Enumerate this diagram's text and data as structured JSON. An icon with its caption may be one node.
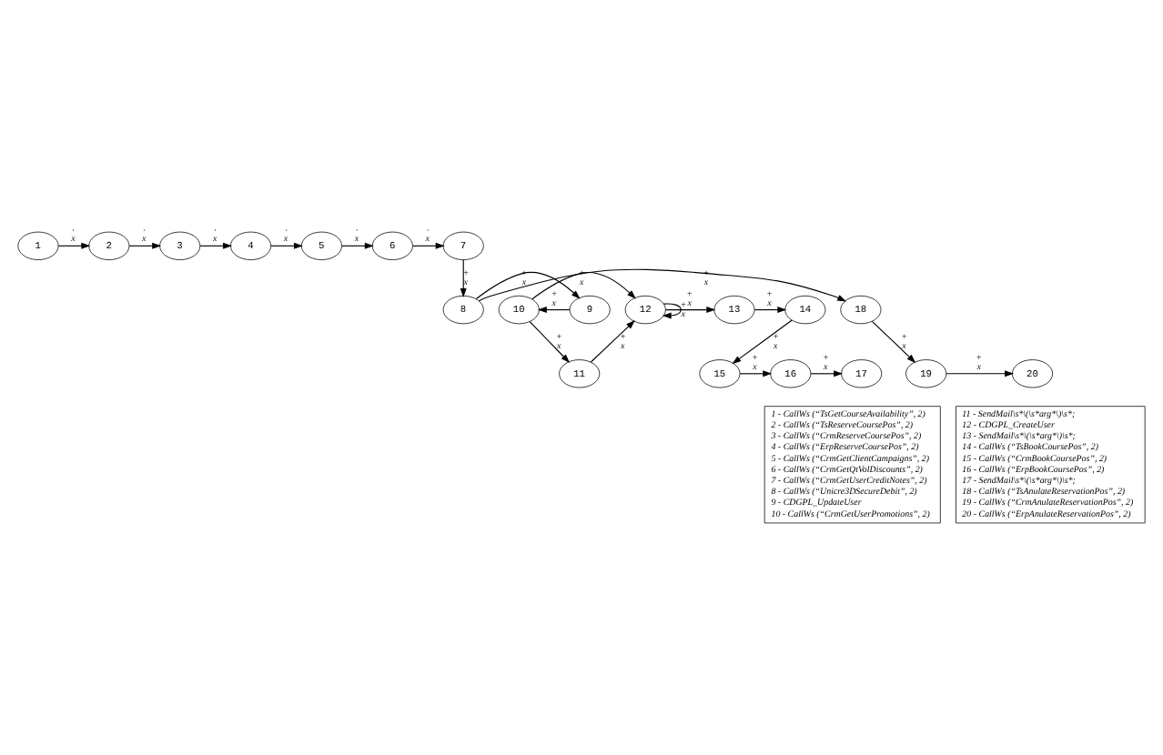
{
  "diagram": {
    "nodes": [
      {
        "text": [
          "1"
        ]
      },
      {
        "text": [
          "2"
        ]
      },
      {
        "text": [
          "3"
        ]
      },
      {
        "text": [
          "4"
        ]
      },
      {
        "text": [
          "5"
        ]
      },
      {
        "text": [
          "6"
        ]
      },
      {
        "text": [
          "7"
        ]
      },
      {
        "text": [
          "14"
        ]
      },
      {
        "text": [
          "13"
        ]
      },
      {
        "text": [
          "12"
        ]
      },
      {
        "text": [
          "10"
        ]
      },
      {
        "text": [
          "9"
        ]
      },
      {
        "text": [
          "8"
        ]
      },
      {
        "text": [
          "18"
        ]
      },
      {
        "text": [
          "15"
        ]
      },
      {
        "text": [
          "16"
        ]
      },
      {
        "text": [
          "17"
        ]
      },
      {
        "text": [
          "11"
        ]
      },
      {
        "text": [
          "20"
        ]
      },
      {
        "text": [
          "19"
        ]
      },
      {
        "text": [
          "1 - CallWs (“TsGetCourseAvailability”, 2)",
          "2 - CallWs (“TsReserveCoursePos”, 2)",
          "3 - CallWs (“CrmReserveCoursePos”, 2)",
          "4 - CallWs (“ErpReserveCoursePos”, 2)",
          "5 - CallWs (“CrmGetClientCampaigns”, 2)",
          "6 - CallWs (“CrmGetQtVolDiscounts”, 2)",
          "7 - CallWs (“CrmGetUserCreditNotes”, 2)",
          "8 - CallWs (“Unicre3DSecureDebit”, 2)",
          "9 - CDGPL_UpdateUser",
          "10 - CallWs (“CrmGetUserPromotions”, 2)"
        ]
      },
      {
        "text": [
          "11 - SendMail\\s*\\(\\s*arg*\\)\\s*;",
          "12 - CDGPL_CreateUser",
          "13 - SendMail\\s*\\(\\s*arg*\\)\\s*;",
          "14 - CallWs (“TsBookCoursePos”, 2)",
          "15 - CallWs (“CrmBookCoursePos”, 2)",
          "16 - CallWs (“ErpBookCoursePos”, 2)",
          "17 - SendMail\\s*\\(\\s*arg*\\)\\s*;",
          "18 - CallWs (“TsAnulateReservationPos”, 2)",
          "19 - CallWs (“CrmAnulateReservationPos”, 2)",
          "20 - CallWs (“ErpAnulateReservationPos”, 2)"
        ]
      }
    ],
    "edges": [
      {
        "from": 0,
        "to": 1,
        "arrow": "to",
        "label": "+ x"
      },
      {
        "from": 1,
        "to": 2,
        "arrow": "to",
        "label": "+ x"
      },
      {
        "from": 2,
        "to": 3,
        "arrow": "to",
        "label": "+ x"
      },
      {
        "from": 3,
        "to": 4,
        "arrow": "to",
        "label": "+ x"
      },
      {
        "from": 4,
        "to": 5,
        "arrow": "to",
        "label": "+ x"
      },
      {
        "from": 5,
        "to": 6,
        "arrow": "to",
        "label": "+ x"
      },
      {
        "from": 6,
        "to": 12,
        "arrow": "to",
        "label": "+ x"
      },
      {
        "from": 9,
        "to": 9,
        "arrow": "to",
        "label": "+ x"
      },
      {
        "from": 9,
        "to": 8,
        "arrow": "to",
        "label": "+ x"
      },
      {
        "from": 8,
        "to": 7,
        "arrow": "to",
        "label": "+ x"
      },
      {
        "from": 10,
        "to": 9,
        "arrow": "to",
        "label": "+ x"
      },
      {
        "from": 11,
        "to": 10,
        "arrow": "to",
        "label": "+ x"
      },
      {
        "from": 12,
        "to": 11,
        "arrow": "to",
        "label": "+ x"
      },
      {
        "from": 12,
        "to": 13,
        "arrow": "to",
        "label": "+ x"
      },
      {
        "from": 7,
        "to": 14,
        "arrow": "to",
        "label": "+ x"
      },
      {
        "from": 10,
        "to": 17,
        "arrow": "to",
        "label": "+ x"
      },
      {
        "from": 17,
        "to": 9,
        "arrow": "to",
        "label": "+ x"
      },
      {
        "from": 13,
        "to": 19,
        "arrow": "to",
        "label": "+ x"
      },
      {
        "from": 14,
        "to": 15,
        "arrow": "to",
        "label": "+ x"
      },
      {
        "from": 15,
        "to": 16,
        "arrow": "to",
        "label": "+ x"
      },
      {
        "from": 19,
        "to": 18,
        "arrow": "to",
        "label": "+ x"
      }
    ]
  }
}
